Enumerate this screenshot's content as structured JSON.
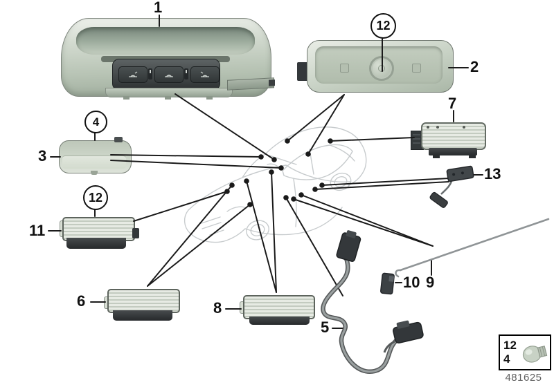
{
  "colors": {
    "background": "#ffffff",
    "callout_line": "#1a1a1a",
    "car_sketch": "#c7cbcd",
    "housing_light": "#dde3da",
    "dark_part": "#2f3335",
    "cable_gray": "#8f9496",
    "part_number_text": "#5f5f5f"
  },
  "callouts": {
    "l1": "1",
    "l2": "2",
    "l3": "3",
    "l5": "5",
    "l6": "6",
    "l7": "7",
    "l8": "8",
    "l9": "9",
    "l10": "10",
    "l11": "11",
    "l13": "13",
    "circle_4": "4",
    "circle_12_top": "12",
    "circle_12_left": "12"
  },
  "legend": {
    "row1": "12",
    "row2": "4",
    "part_number": "481625"
  }
}
